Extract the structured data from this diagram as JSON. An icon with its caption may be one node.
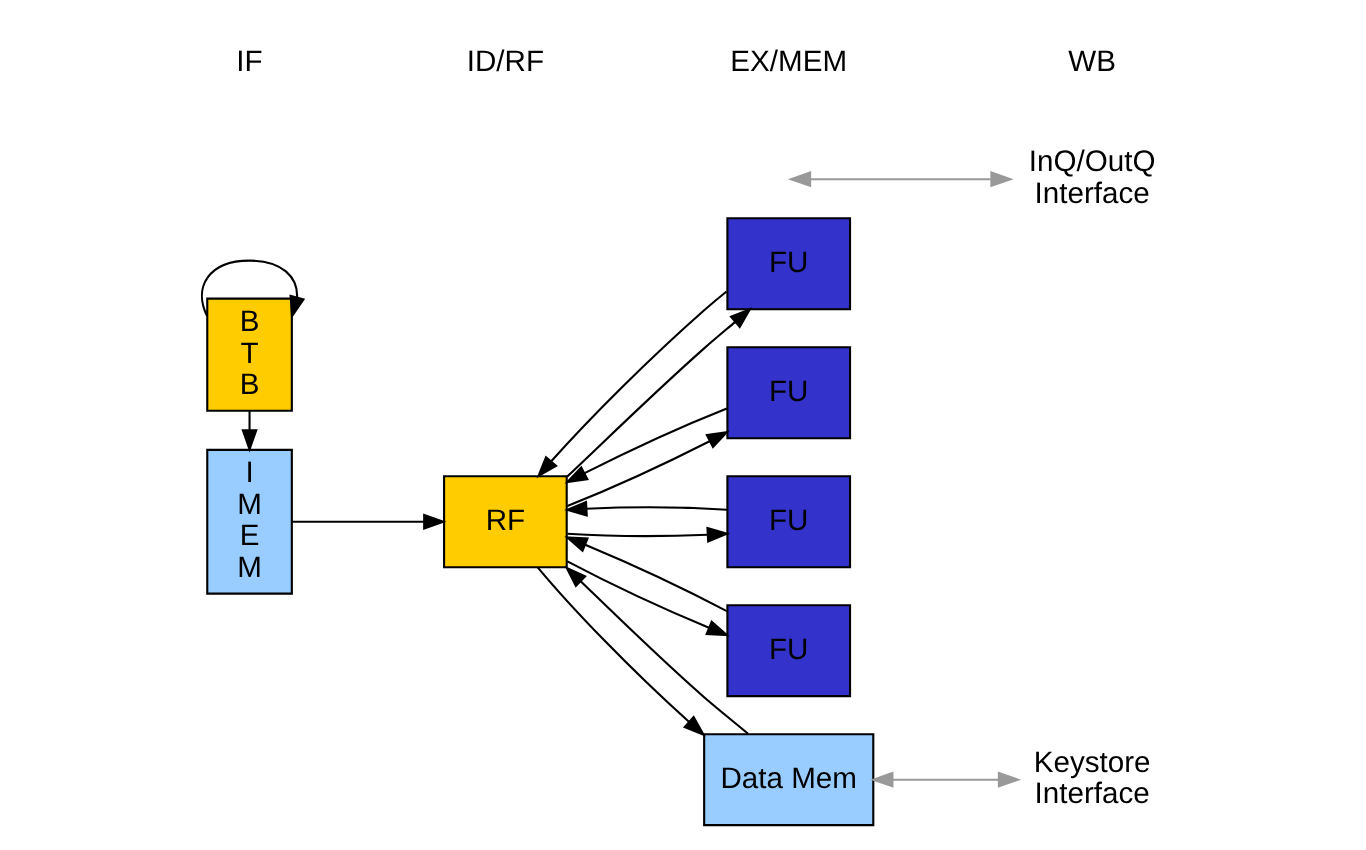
{
  "diagram": {
    "nodes": [
      {
        "text": [
          "B T B"
        ]
      },
      {
        "text": [
          "I M E M"
        ]
      },
      {
        "text": [
          "RF"
        ]
      },
      {
        "text": [
          "FU"
        ]
      },
      {
        "text": [
          "FU"
        ]
      },
      {
        "text": [
          "FU"
        ]
      },
      {
        "text": [
          "FU"
        ]
      },
      {
        "text": [
          "Data Mem"
        ]
      },
      {
        "text": [
          "InQ/OutQ Interface"
        ]
      },
      {
        "text": [
          "Keystore Interface"
        ]
      }
    ],
    "edges": [
      {
        "from": 0,
        "to": 0,
        "arrow": "to"
      },
      {
        "from": 0,
        "to": 1,
        "arrow": "to"
      },
      {
        "from": 1,
        "to": 2,
        "arrow": "to"
      },
      {
        "from": 2,
        "to": 3,
        "arrow": "to"
      },
      {
        "from": 2,
        "to": 4,
        "arrow": "to"
      },
      {
        "from": 2,
        "to": 5,
        "arrow": "to"
      },
      {
        "from": 2,
        "to": 6,
        "arrow": "to"
      },
      {
        "from": 2,
        "to": 7,
        "arrow": "to"
      },
      {
        "from": 3,
        "to": 2,
        "arrow": "to"
      },
      {
        "from": 4,
        "to": 2,
        "arrow": "to"
      },
      {
        "from": 5,
        "to": 2,
        "arrow": "to"
      },
      {
        "from": 6,
        "to": 2,
        "arrow": "to"
      },
      {
        "from": 7,
        "to": 2,
        "arrow": "to"
      },
      {
        "from": null,
        "to": 8,
        "arrow": "both",
        "color": "#999999"
      },
      {
        "from": 7,
        "to": 9,
        "arrow": "both",
        "color": "#999999"
      }
    ],
    "labels": [
      "IF",
      "ID/RF",
      "EX/MEM",
      "WB"
    ]
  }
}
